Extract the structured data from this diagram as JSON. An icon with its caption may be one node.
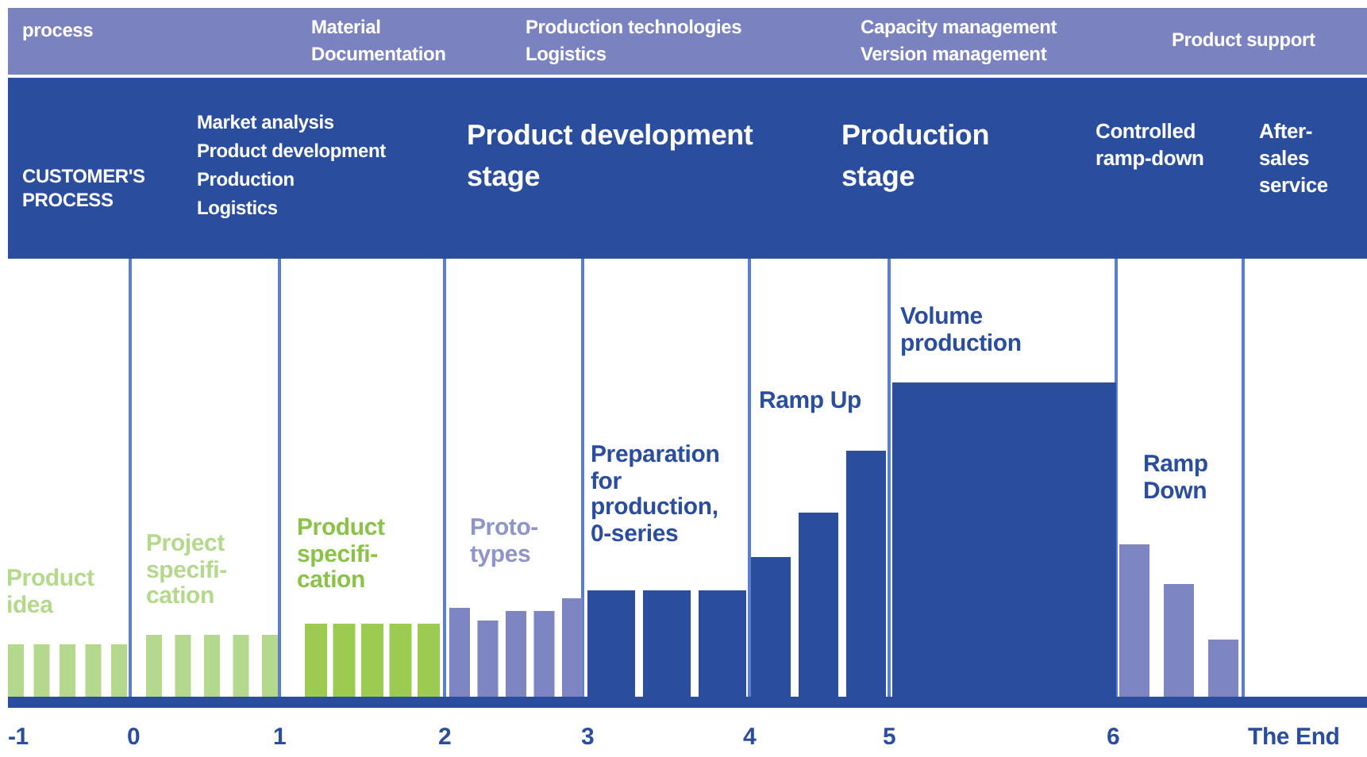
{
  "diagram": {
    "labels": [
      "process",
      "Material",
      "Documentation",
      "Production technologies",
      "Logistics",
      "Capacity management",
      "Version management",
      "Product support",
      "CUSTOMER'S PROCESS",
      "Market analysis",
      "Product development",
      "Production",
      "Logistics",
      "Product development stage",
      "Production stage",
      "Controlled ramp-down",
      "After-sales service",
      "Product idea",
      "Project specifi- cation",
      "Product specifi- cation",
      "Proto- types",
      "Preparation for production, 0-series",
      "Ramp Up",
      "Volume production",
      "Ramp Down",
      "-1",
      "0",
      "1",
      "2",
      "3",
      "4",
      "5",
      "6",
      "The End"
    ]
  }
}
